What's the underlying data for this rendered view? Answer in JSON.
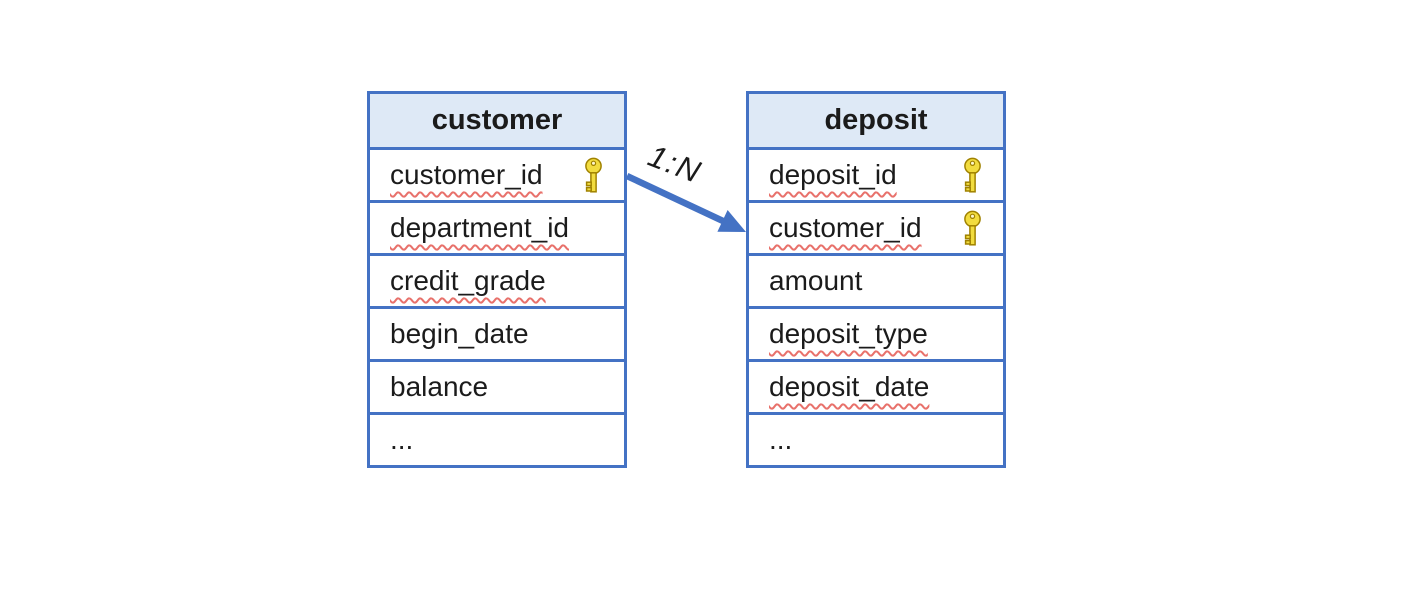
{
  "colors": {
    "table_border": "#4472C4",
    "header_fill": "#DEE9F6",
    "arrow": "#4472C4",
    "text": "#1B1B1B",
    "squiggle_red": "#E8716B",
    "key_gold": "#F2DC3F",
    "key_gold_dark": "#A08200"
  },
  "relationship": {
    "label": "1:N",
    "from": "customer.customer_id",
    "to": "deposit.customer_id"
  },
  "tables": [
    {
      "id": "customer",
      "title": "customer",
      "columns": [
        {
          "name": "customer_id",
          "primary_key": true,
          "squiggle": true
        },
        {
          "name": "department_id",
          "primary_key": false,
          "squiggle": true
        },
        {
          "name": "credit_grade",
          "primary_key": false,
          "squiggle": true
        },
        {
          "name": "begin_date",
          "primary_key": false,
          "squiggle": false
        },
        {
          "name": "balance",
          "primary_key": false,
          "squiggle": false
        },
        {
          "name": "...",
          "primary_key": false,
          "squiggle": false
        }
      ]
    },
    {
      "id": "deposit",
      "title": "deposit",
      "columns": [
        {
          "name": "deposit_id",
          "primary_key": true,
          "squiggle": true
        },
        {
          "name": "customer_id",
          "primary_key": true,
          "squiggle": true
        },
        {
          "name": "amount",
          "primary_key": false,
          "squiggle": false
        },
        {
          "name": "deposit_type",
          "primary_key": false,
          "squiggle": true
        },
        {
          "name": "deposit_date",
          "primary_key": false,
          "squiggle": true
        },
        {
          "name": "...",
          "primary_key": false,
          "squiggle": false
        }
      ]
    }
  ]
}
